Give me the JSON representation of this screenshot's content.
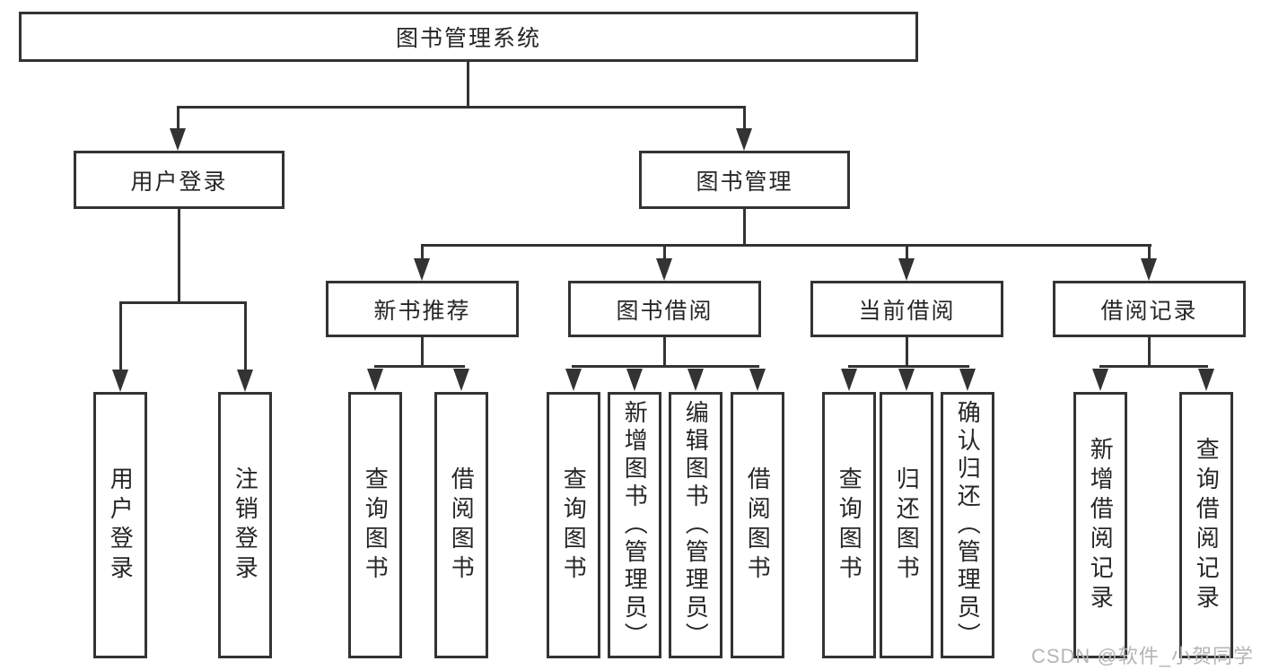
{
  "diagram": {
    "root": {
      "label": "图书管理系统"
    },
    "branches": [
      {
        "label": "用户登录",
        "children": [
          {
            "label": "用户登录"
          },
          {
            "label": "注销登录"
          }
        ]
      },
      {
        "label": "图书管理",
        "children": [
          {
            "label": "新书推荐",
            "children": [
              {
                "label": "查询图书"
              },
              {
                "label": "借阅图书"
              }
            ]
          },
          {
            "label": "图书借阅",
            "children": [
              {
                "label": "查询图书"
              },
              {
                "label": "新增图书（管理员）"
              },
              {
                "label": "编辑图书（管理员）"
              },
              {
                "label": "借阅图书"
              }
            ]
          },
          {
            "label": "当前借阅",
            "children": [
              {
                "label": "查询图书"
              },
              {
                "label": "归还图书"
              },
              {
                "label": "确认归还（管理员）"
              }
            ]
          },
          {
            "label": "借阅记录",
            "children": [
              {
                "label": "新增借阅记录"
              },
              {
                "label": "查询借阅记录"
              }
            ]
          }
        ]
      }
    ],
    "watermark": "CSDN @软件_小贺同学",
    "colors": {
      "line": "#333333",
      "box_border": "#333333",
      "text": "#262626",
      "watermark": "#b5b5b5",
      "background": "#ffffff"
    }
  }
}
